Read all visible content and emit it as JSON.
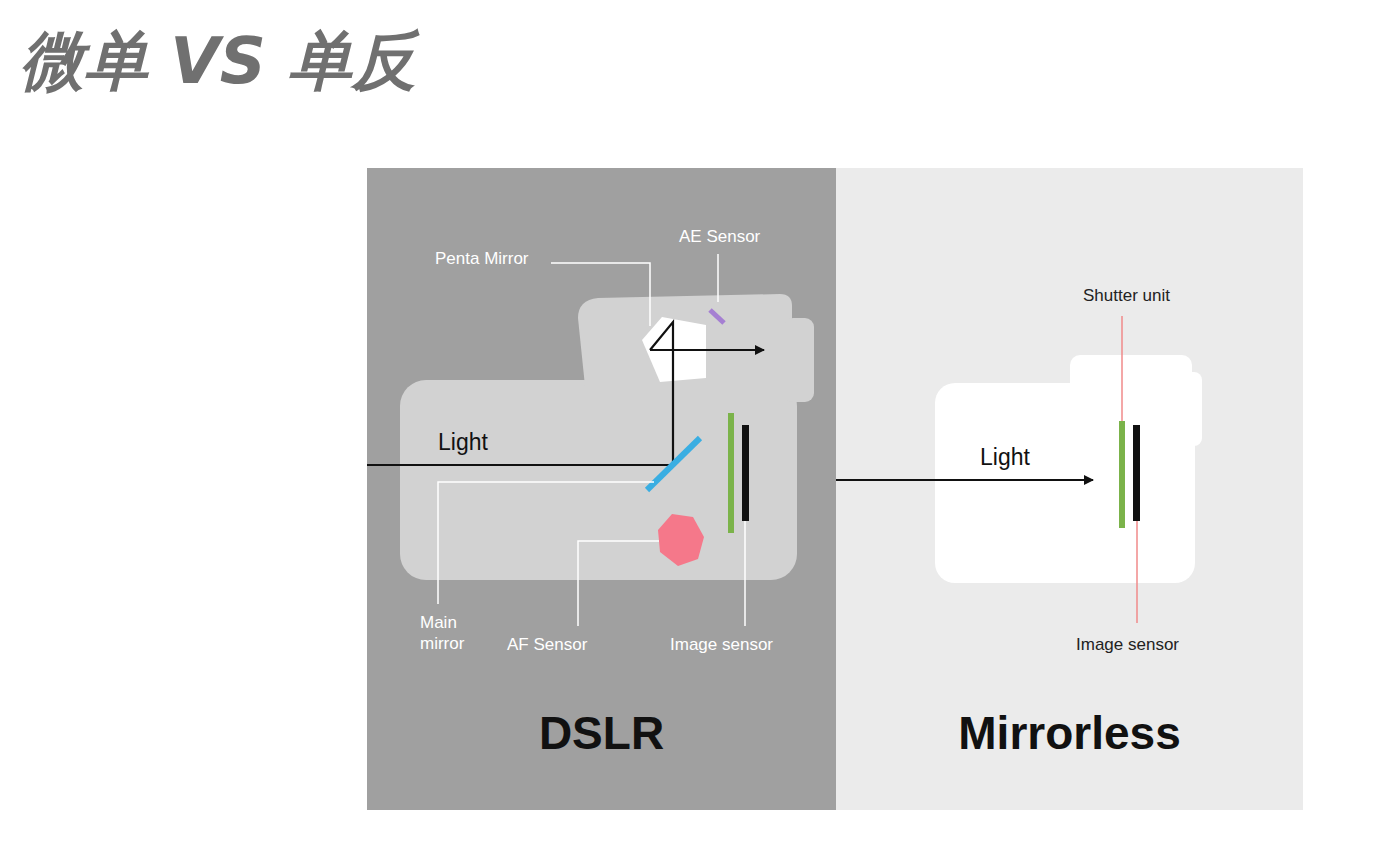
{
  "diagram": {
    "title": "微单 VS 单反",
    "nodes": [
      {
        "text": [
          "DSLR"
        ]
      },
      {
        "text": [
          "Mirrorless"
        ]
      }
    ],
    "labels": [
      "Penta Mirror",
      "AE Sensor",
      "Light",
      "Main mirror",
      "AF Sensor",
      "Image sensor",
      "Shutter unit",
      "Light",
      "Image sensor"
    ]
  }
}
